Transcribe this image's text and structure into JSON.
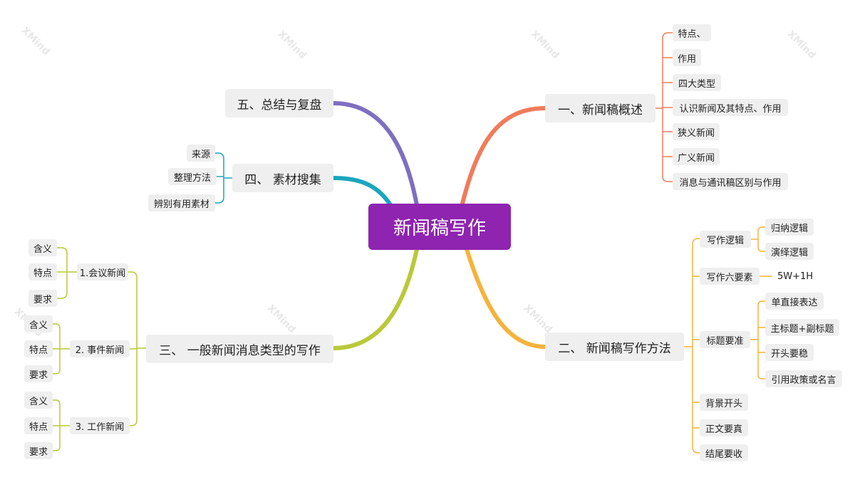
{
  "root": "新闻稿写作",
  "watermark": "XMind",
  "branches": {
    "overview": {
      "title": "一、新闻稿概述",
      "color": "#f07b5a",
      "items": [
        "特点、",
        "作用",
        "四大类型",
        "认识新闻及其特点、作用",
        "狭义新闻",
        "广义新闻",
        "消息与通讯稿区别与作用"
      ]
    },
    "methods": {
      "title": "二、 新闻稿写作方法",
      "color": "#f5b33c",
      "logic": {
        "label": "写作逻辑",
        "children": [
          "归纳逻辑",
          "演绎逻辑"
        ]
      },
      "six": {
        "label": "写作六要素",
        "children": [
          "5W+1H"
        ]
      },
      "headline": {
        "label": "标题要准",
        "children": [
          "单直接表达",
          "主标题+副标题",
          "开头要稳",
          "引用政策或名言"
        ]
      },
      "others": [
        "背景开头",
        "正文要真",
        "结尾要收"
      ]
    },
    "types": {
      "title": "三、 一般新闻消息类型的写作",
      "color": "#b8c93a",
      "subs": [
        {
          "label": "1.会议新闻",
          "children": [
            "含义",
            "特点",
            "要求"
          ]
        },
        {
          "label": "2. 事件新闻",
          "children": [
            "含义",
            "特点",
            "要求"
          ]
        },
        {
          "label": "3. 工作新闻",
          "children": [
            "含义",
            "特点",
            "要求"
          ]
        }
      ]
    },
    "material": {
      "title": "四、 素材搜集",
      "color": "#1aa6bd",
      "items": [
        "来源",
        "整理方法",
        "辨别有用素材"
      ]
    },
    "summary": {
      "title": "五、总结与复盘",
      "color": "#7e6fc0"
    }
  }
}
